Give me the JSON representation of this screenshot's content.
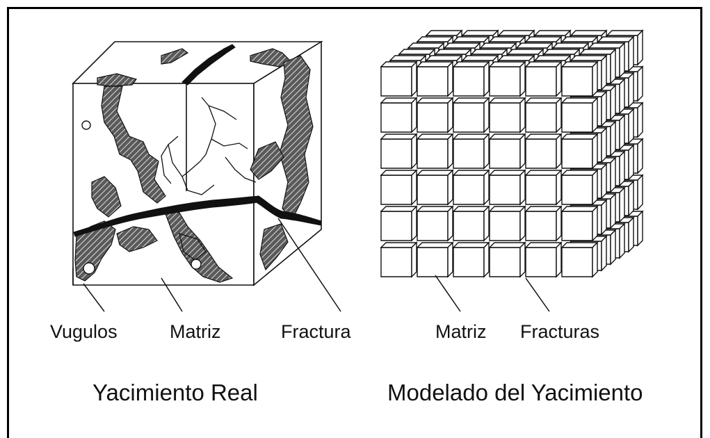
{
  "labels": {
    "vugulos": "Vugulos",
    "matriz_real": "Matriz",
    "fractura": "Fractura",
    "matriz_model": "Matriz",
    "fracturas": "Fracturas"
  },
  "captions": {
    "real": "Yacimiento Real",
    "model": "Modelado del Yacimiento"
  },
  "colors": {
    "ink": "#111111",
    "background": "#ffffff",
    "hatch_fill": "#555555"
  }
}
